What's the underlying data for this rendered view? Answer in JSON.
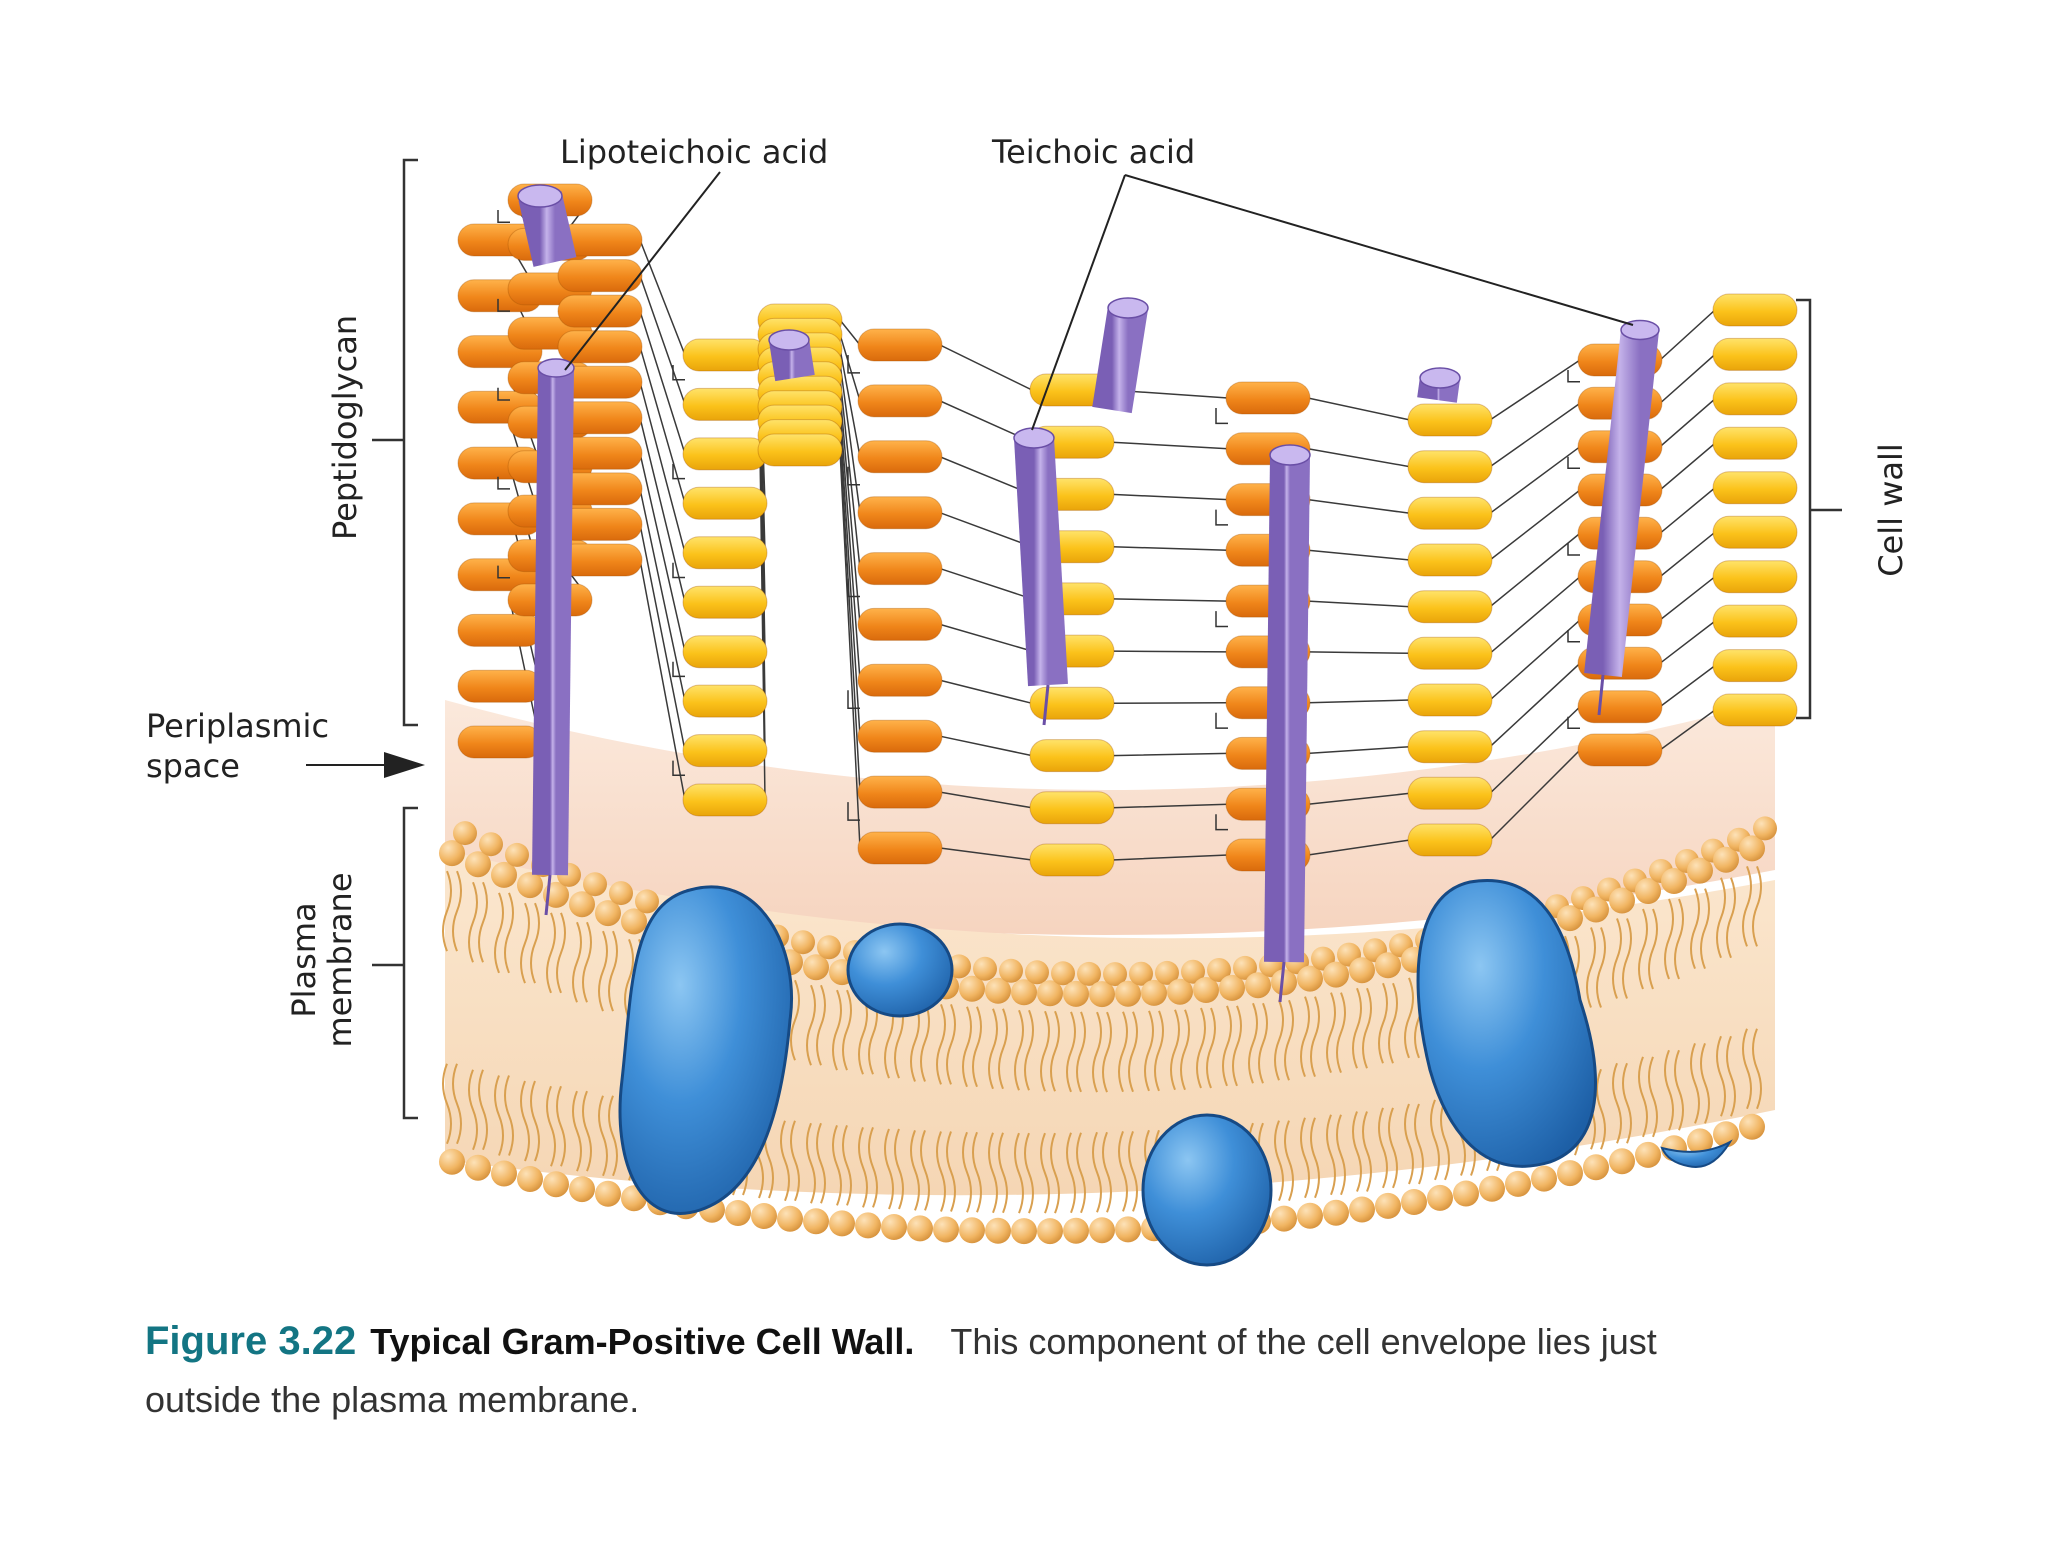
{
  "labels": {
    "lipoteichoic_acid": "Lipoteichoic acid",
    "teichoic_acid": "Teichoic acid",
    "peptidoglycan": "Peptidoglycan",
    "cell_wall": "Cell wall",
    "periplasmic_line1": "Periplasmic",
    "periplasmic_line2": "space",
    "plasma_line1": "Plasma",
    "plasma_line2": "membrane"
  },
  "caption": {
    "number": "Figure 3.22",
    "title": "Typical Gram-Positive Cell Wall.",
    "text": "This component of the cell envelope lies just outside the plasma membrane."
  },
  "colors": {
    "orange_block": "#f28a1e",
    "yellow_block": "#fbc21a",
    "teichoic_rod": "#a58fd0",
    "protein": "#3e8fd6",
    "lipid_head": "#f2b869",
    "periplasm": "#fbe4d4"
  }
}
